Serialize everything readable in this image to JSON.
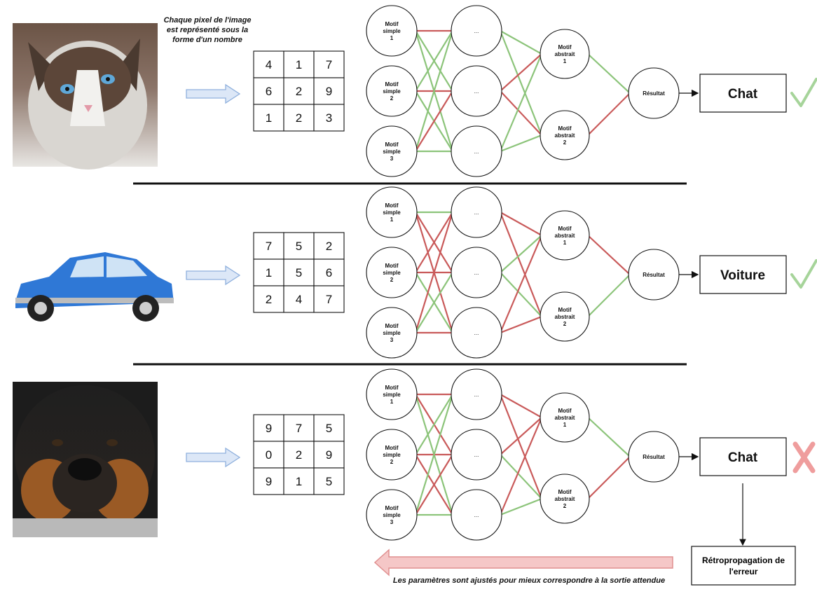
{
  "caption_pixel": "Chaque pixel de l'image est représenté sous la forme d'un nombre",
  "caption_backprop": "Les paramètres sont ajustés pour mieux correspondre à la sortie attendue",
  "backprop_box": "Rétropropagation de l'erreur",
  "node_labels": {
    "simple": [
      "Motif simple 1",
      "Motif simple 2",
      "Motif simple 3"
    ],
    "hidden": [
      "...",
      "...",
      "..."
    ],
    "abstract": [
      "Motif abstrait 1",
      "Motif abstrait 2"
    ],
    "result": "Résultat"
  },
  "colors": {
    "green": "#8cc47a",
    "red": "#c95a5a",
    "arrow_fill": "#dce7f7",
    "arrow_stroke": "#8fb0dd",
    "check": "#a6d49a",
    "cross": "#ef9d9d",
    "back_arrow_fill": "#f5c7c7",
    "back_arrow_stroke": "#e08f8f"
  },
  "rows": [
    {
      "photo": "cat-photo",
      "matrix": [
        [
          "4",
          "1",
          "7"
        ],
        [
          "6",
          "2",
          "9"
        ],
        [
          "1",
          "2",
          "3"
        ]
      ],
      "output": "Chat",
      "verdict": "check",
      "edges": {
        "l1": [
          "red",
          "green",
          "green",
          "green",
          "red",
          "green",
          "green",
          "red",
          "green"
        ],
        "l2": [
          "green",
          "green",
          "red",
          "red",
          "green",
          "green"
        ],
        "l3": [
          "green",
          "red"
        ]
      }
    },
    {
      "photo": "car-photo",
      "matrix": [
        [
          "7",
          "5",
          "2"
        ],
        [
          "1",
          "5",
          "6"
        ],
        [
          "2",
          "4",
          "7"
        ]
      ],
      "output": "Voiture",
      "verdict": "check",
      "edges": {
        "l1": [
          "green",
          "red",
          "red",
          "red",
          "red",
          "green",
          "red",
          "green",
          "red"
        ],
        "l2": [
          "red",
          "red",
          "green",
          "green",
          "red",
          "red"
        ],
        "l3": [
          "red",
          "green"
        ]
      }
    },
    {
      "photo": "dog-photo",
      "matrix": [
        [
          "9",
          "7",
          "5"
        ],
        [
          "0",
          "2",
          "9"
        ],
        [
          "9",
          "1",
          "5"
        ]
      ],
      "output": "Chat",
      "verdict": "cross",
      "edges": {
        "l1": [
          "red",
          "red",
          "green",
          "green",
          "red",
          "red",
          "green",
          "red",
          "green"
        ],
        "l2": [
          "red",
          "red",
          "red",
          "green",
          "red",
          "green"
        ],
        "l3": [
          "green",
          "red"
        ]
      }
    }
  ]
}
